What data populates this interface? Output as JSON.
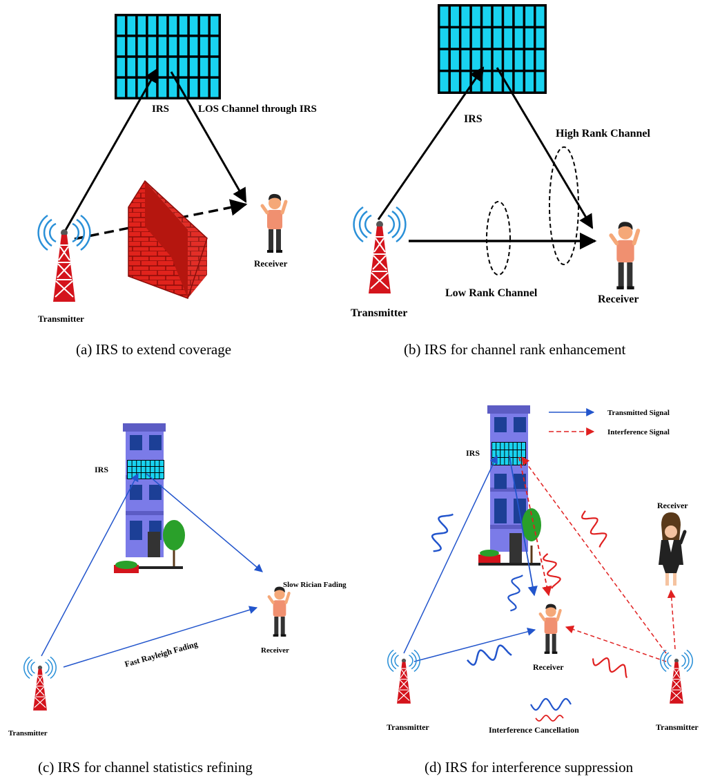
{
  "panel_a": {
    "irs_label": "IRS",
    "los_label": "LOS Channel through IRS",
    "receiver_label": "Receiver",
    "transmitter_label": "Transmitter",
    "caption": "(a)   IRS to extend coverage"
  },
  "panel_b": {
    "irs_label": "IRS",
    "high_rank_label": "High Rank Channel",
    "low_rank_label": "Low Rank Channel",
    "receiver_label": "Receiver",
    "transmitter_label": "Transmitter",
    "caption": "(b) IRS for channel rank enhancement"
  },
  "panel_c": {
    "irs_label": "IRS",
    "slow_label": "Slow Rician Fading",
    "fast_label": "Fast Rayleigh Fading",
    "receiver_label": "Receiver",
    "transmitter_label": "Transmitter",
    "caption": "(c)    IRS for channel statistics refining"
  },
  "panel_d": {
    "irs_label": "IRS",
    "legend_transmitted": "Transmitted Signal",
    "legend_interference": "Interference Signal",
    "receiver_top_label": "Receiver",
    "receiver_center_label": "Receiver",
    "transmitter_left_label": "Transmitter",
    "transmitter_right_label": "Transmitter",
    "cancellation_label": "Interference Cancellation",
    "caption": "(d) IRS for interference suppression"
  },
  "colors": {
    "irs_cell": "#19d3f0",
    "building": "#7b7be8",
    "tower_red": "#d4141c",
    "wall": "#e0231c",
    "signal_blue": "#2255cc",
    "signal_red": "#e02020",
    "skin": "#f5a878",
    "shirt": "#f09070"
  }
}
